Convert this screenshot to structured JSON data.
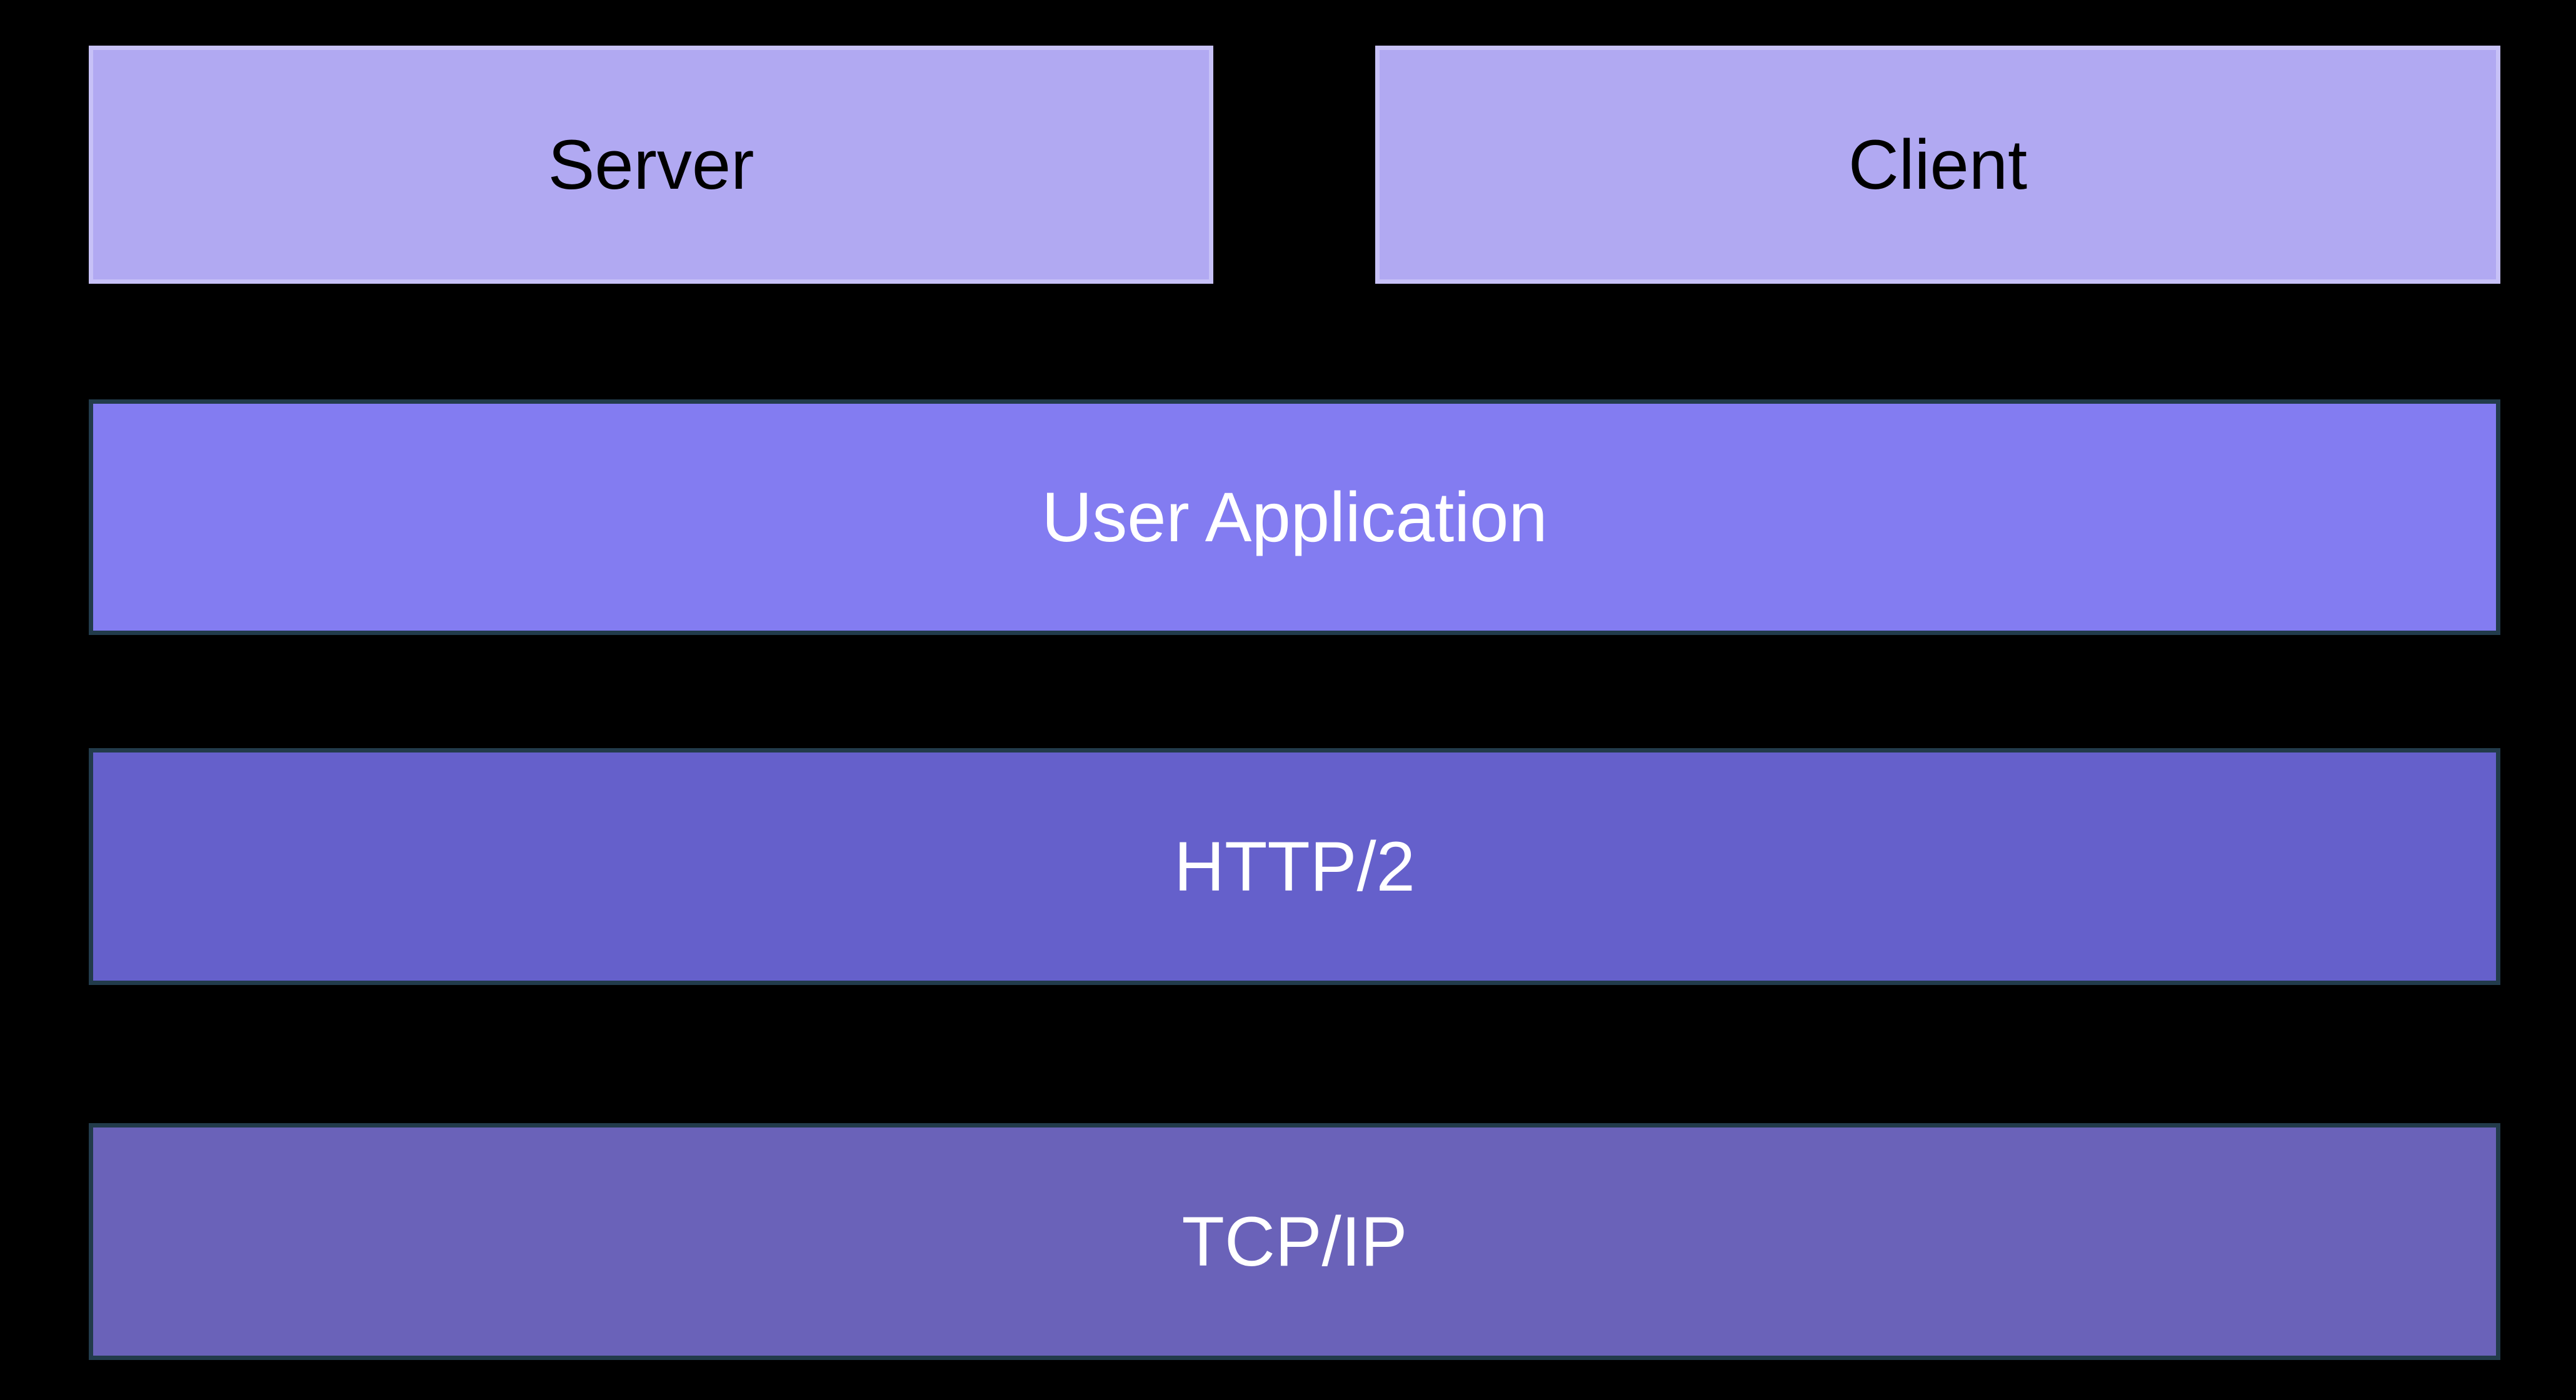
{
  "diagram": {
    "background": "#000000",
    "endpoints": {
      "server": {
        "label": "Server"
      },
      "client": {
        "label": "Client"
      }
    },
    "layers": {
      "user_application": {
        "label": "User Application"
      },
      "http2": {
        "label": "HTTP/2"
      },
      "tcpip": {
        "label": "TCP/IP"
      }
    },
    "colors": {
      "endpoint_fill": "#B1A9F2",
      "endpoint_border": "#C7C1F7",
      "endpoint_text": "#000000",
      "ua_fill": "#837CF1",
      "http2_fill": "#6560CB",
      "tcpip_fill": "#6A62B9",
      "layer_border": "#223B4B",
      "layer_text": "#FFFFFF"
    }
  }
}
